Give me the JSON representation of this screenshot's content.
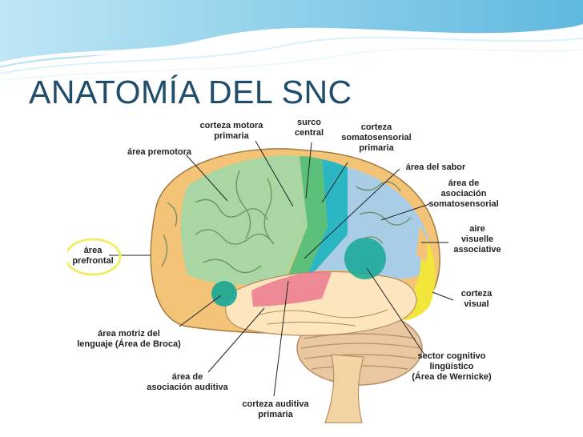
{
  "slide": {
    "title": "ANATOMÍA DEL SNC"
  },
  "diagram": {
    "labels": {
      "corteza_motora": "corteza motora\nprimaria",
      "surco_central": "surco\ncentral",
      "corteza_somato": "corteza\nsomatosensorial\nprimaria",
      "area_premotora": "área premotora",
      "area_sabor": "área del sabor",
      "area_asociacion_somato": "área de\nasociación\nsomatosensorial",
      "aire_visuelle": "aire\nvisuelle\nassociative",
      "area_prefrontal": "área\nprefrontal",
      "corteza_visual": "corteza\nvisual",
      "area_broca": "área motriz del\nlenguaje (Área de Broca)",
      "sector_cognitivo": "sector cognitivo\nlingüístico\n(Área de Wernicke)",
      "area_asociacion_auditiva": "área de\nasociación auditiva",
      "corteza_auditiva": "corteza auditiva\nprimaria"
    },
    "colors": {
      "frontal": "#f3c477",
      "premotor": "#a9d6a2",
      "motor": "#5cc07a",
      "sensory": "#2bb6c3",
      "parietal": "#a9cde6",
      "occipital": "#f2e63a",
      "temporal": "#fde6bd",
      "auditory": "#e86a8a",
      "area_spot": "#15a796",
      "cerebellum": "#e9c7a0",
      "title": "#1f4d6b"
    }
  }
}
